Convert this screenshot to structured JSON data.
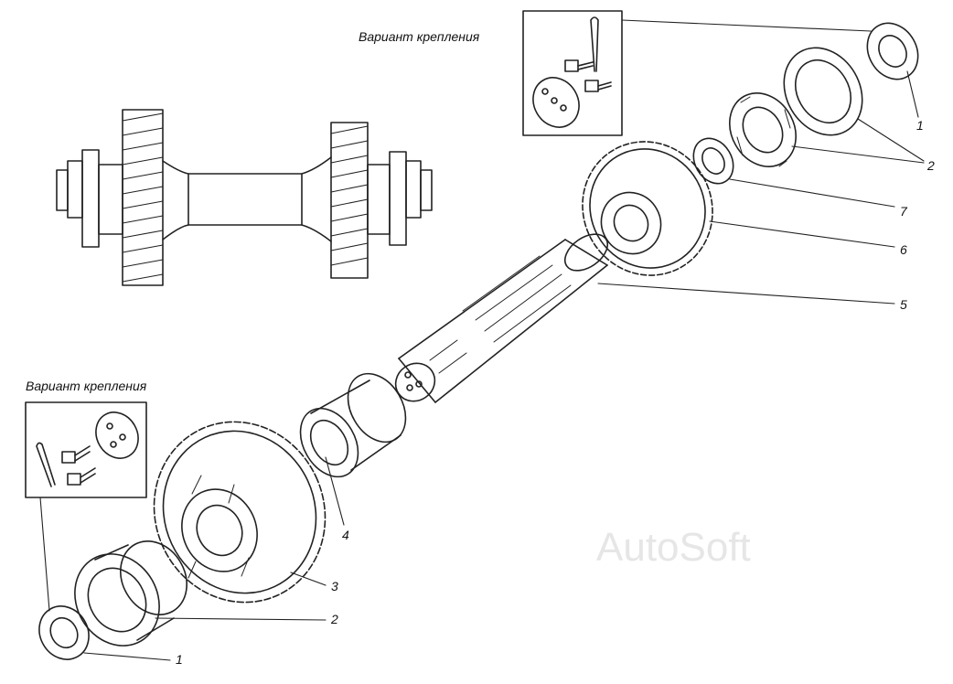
{
  "captions": {
    "top": "Вариант крепления",
    "bottom": "Вариант крепления"
  },
  "callouts": {
    "top_washer": "1",
    "top_bearing": "2",
    "top_ring": "7",
    "top_gear": "6",
    "shaft": "5",
    "sleeve": "4",
    "bottom_gear": "3",
    "bottom_bearing": "2",
    "bottom_washer": "1"
  },
  "watermark": "AutoSoft"
}
